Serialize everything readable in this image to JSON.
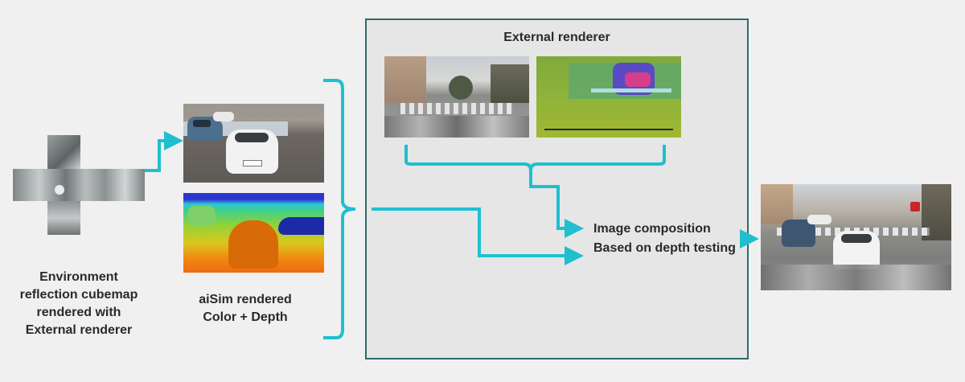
{
  "labels": {
    "cubemap": "Environment\nreflection cubemap\nrendered with\nExternal renderer",
    "aisim": "aiSim rendered\nColor + Depth",
    "external_renderer": "External renderer",
    "composition_line1": "Image composition",
    "composition_line2": "Based on depth testing"
  },
  "icons": {
    "cubemap": "cubemap-cross-image",
    "color": "aisim-color-render-image",
    "depth": "aisim-depth-render-image",
    "street": "external-street-render-image",
    "heatmap": "external-depth-heatmap-image",
    "result": "composited-output-image"
  },
  "colors": {
    "arrow": "#1fbfd0",
    "panel_border": "#2f6b6b",
    "panel_bg": "#e6e6e6",
    "background": "#f0f0f0"
  }
}
